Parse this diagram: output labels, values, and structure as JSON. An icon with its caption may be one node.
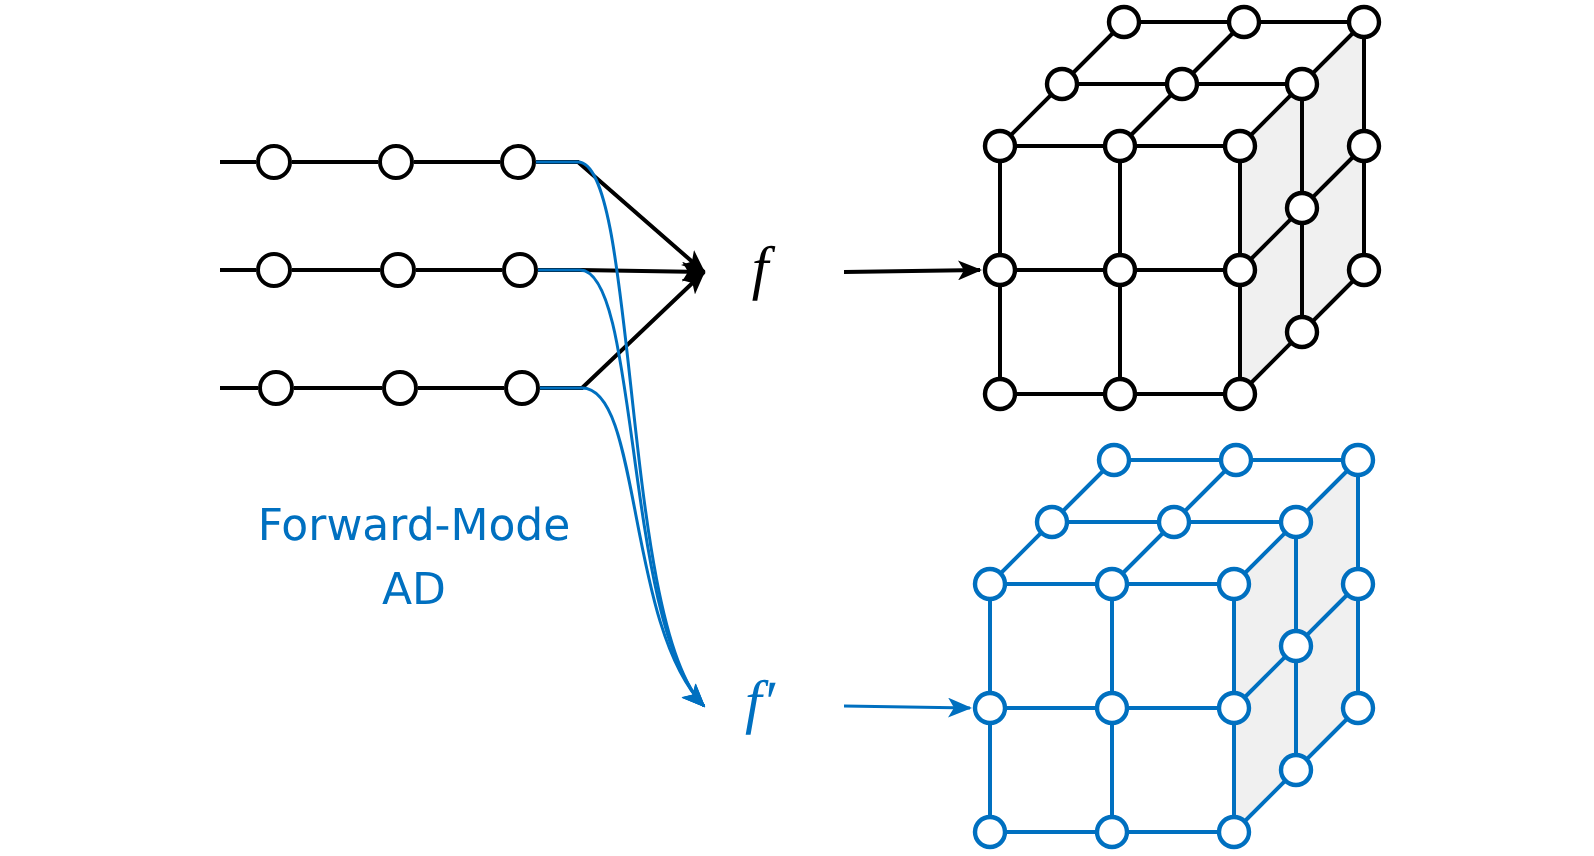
{
  "diagram": {
    "nodes": [
      {
        "text": [],
        "shape": "circle"
      },
      {
        "text": [],
        "shape": "circle"
      },
      {
        "text": [],
        "shape": "circle"
      },
      {
        "text": [],
        "shape": "circle"
      },
      {
        "text": [],
        "shape": "circle"
      },
      {
        "text": [],
        "shape": "circle"
      },
      {
        "text": [],
        "shape": "circle"
      },
      {
        "text": [],
        "shape": "circle"
      },
      {
        "text": [],
        "shape": "circle"
      },
      {
        "text": [
          "f"
        ]
      },
      {
        "text": [],
        "shape": "picture"
      },
      {
        "text": [
          "f′"
        ]
      },
      {
        "text": [],
        "shape": "picture"
      }
    ],
    "edges": [
      {
        "from": null,
        "to": 0,
        "arrow": "none"
      },
      {
        "from": 0,
        "to": 1,
        "arrow": "none"
      },
      {
        "from": 1,
        "to": 2,
        "arrow": "none"
      },
      {
        "from": null,
        "to": 3,
        "arrow": "none"
      },
      {
        "from": 3,
        "to": 4,
        "arrow": "none"
      },
      {
        "from": 4,
        "to": 5,
        "arrow": "none"
      },
      {
        "from": null,
        "to": 6,
        "arrow": "none"
      },
      {
        "from": 6,
        "to": 7,
        "arrow": "none"
      },
      {
        "from": 7,
        "to": 8,
        "arrow": "none"
      },
      {
        "from": 2,
        "to": 9,
        "arrow": "to"
      },
      {
        "from": 5,
        "to": 9,
        "arrow": "to"
      },
      {
        "from": 8,
        "to": 9,
        "arrow": "to"
      },
      {
        "from": 2,
        "to": 11,
        "arrow": "to",
        "color": "#0070c0"
      },
      {
        "from": 5,
        "to": 11,
        "arrow": "to",
        "color": "#0070c0"
      },
      {
        "from": 8,
        "to": 11,
        "arrow": "to",
        "color": "#0070c0"
      },
      {
        "from": 9,
        "to": 10,
        "arrow": "to"
      },
      {
        "from": 11,
        "to": 12,
        "arrow": "to",
        "color": "#0070c0"
      }
    ],
    "labels": [
      "Forward-Mode AD"
    ]
  }
}
